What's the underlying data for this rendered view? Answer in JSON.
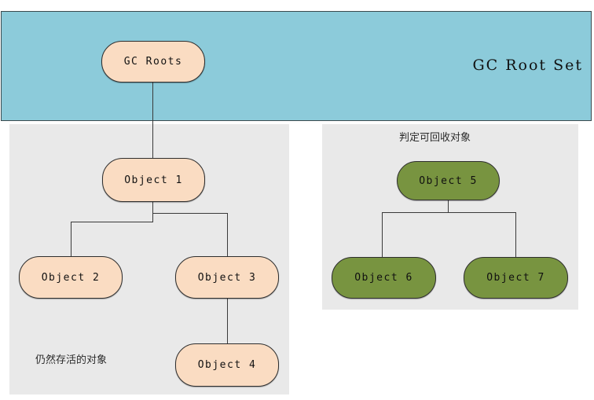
{
  "banner": {
    "title": "GC Root Set",
    "color": "#8ccbda"
  },
  "panels": {
    "left": {
      "caption": "仍然存活的对象",
      "background": "#e9e9e9"
    },
    "right": {
      "caption": "判定可回收对象",
      "background": "#e9e9e9"
    }
  },
  "colors": {
    "live_node_fill": "#fadcc2",
    "dead_node_fill": "#789440",
    "node_stroke": "#2e2e2e",
    "edge": "#3a3a3a"
  },
  "nodes": {
    "gc_roots": "GC Roots",
    "object1": "Object 1",
    "object2": "Object 2",
    "object3": "Object 3",
    "object4": "Object 4",
    "object5": "Object 5",
    "object6": "Object 6",
    "object7": "Object 7"
  },
  "chart_data": {
    "type": "diagram",
    "title": "GC Root Set",
    "description": "GC reachability tree showing live objects reachable from GC Roots and unreachable objects marked for collection",
    "groups": [
      {
        "name": "GC Root Set",
        "caption": "GC Root Set",
        "style": "banner",
        "fill": "#8ccbda",
        "members": [
          "GC Roots"
        ]
      },
      {
        "name": "live",
        "caption": "仍然存活的对象",
        "fill": "#e9e9e9",
        "node_fill": "#fadcc2",
        "members": [
          "Object 1",
          "Object 2",
          "Object 3",
          "Object 4"
        ]
      },
      {
        "name": "reclaimable",
        "caption": "判定可回收对象",
        "fill": "#e9e9e9",
        "node_fill": "#789440",
        "members": [
          "Object 5",
          "Object 6",
          "Object 7"
        ]
      }
    ],
    "edges": [
      {
        "from": "GC Roots",
        "to": "Object 1"
      },
      {
        "from": "Object 1",
        "to": "Object 2"
      },
      {
        "from": "Object 1",
        "to": "Object 3"
      },
      {
        "from": "Object 3",
        "to": "Object 4"
      },
      {
        "from": "Object 5",
        "to": "Object 6"
      },
      {
        "from": "Object 5",
        "to": "Object 7"
      }
    ]
  }
}
